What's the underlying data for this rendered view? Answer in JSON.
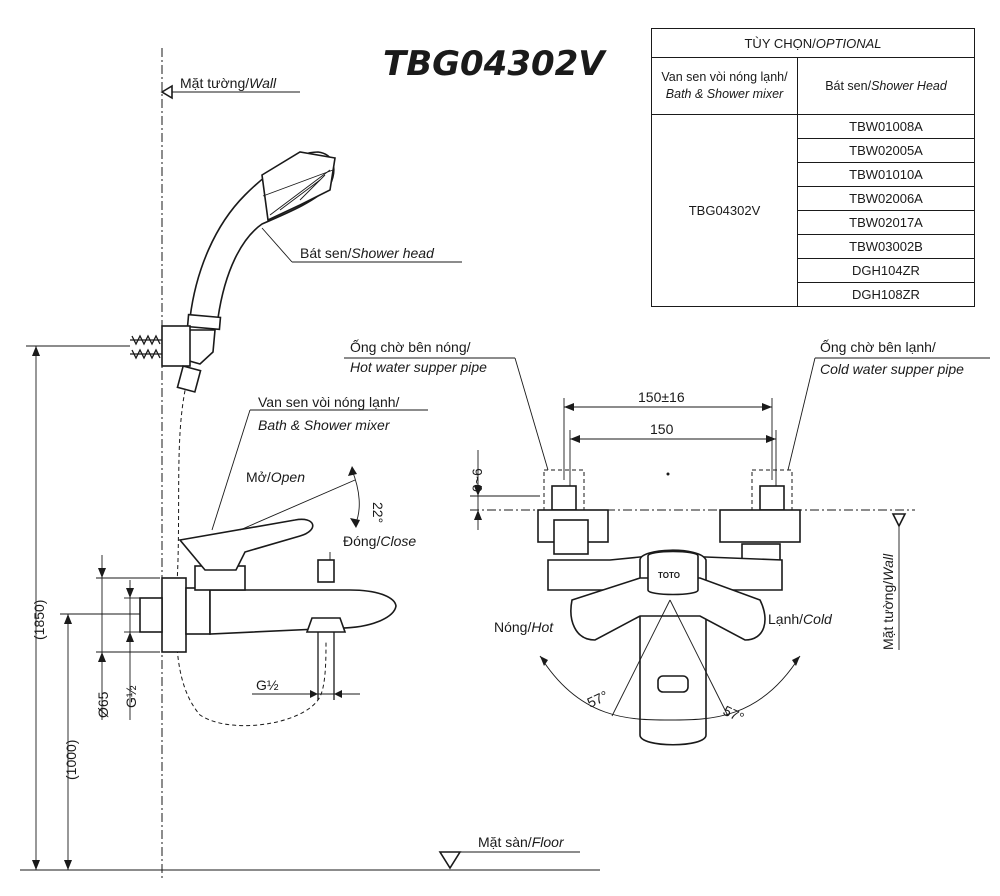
{
  "title": "TBG04302V",
  "labels": {
    "wall_top": "Mặt tường/",
    "wall_top_en": "Wall",
    "shower_head": "Bát sen/",
    "shower_head_en": "Shower head",
    "mixer": "Van sen vòi nóng lạnh/",
    "mixer_en": "Bath & Shower mixer",
    "open": "Mở/",
    "open_en": "Open",
    "close": "Đóng/",
    "close_en": "Close",
    "angle_open": "22°",
    "g_half_inlet": "G½",
    "g_half_outlet": "G½",
    "dia65": "Ø65",
    "dim_1850": "(1850)",
    "dim_1000": "(1000)",
    "floor": "Mặt sàn/",
    "floor_en": "Floor",
    "hot_pipe": "Ống chờ bên nóng/",
    "hot_pipe_en": "Hot water supper pipe",
    "cold_pipe": "Ống chờ bên lạnh/",
    "cold_pipe_en": "Cold water supper pipe",
    "dim_150_tol": "150±16",
    "dim_150": "150",
    "dim_0_6": "0~6",
    "hot": "Nóng/",
    "hot_en": "Hot",
    "cold": "Lạnh/",
    "cold_en": "Cold",
    "angle_left": "57°",
    "angle_right": "57°",
    "wall_side": "Mặt tường/",
    "wall_side_en": "Wall"
  },
  "table": {
    "header": "TÙY CHỌN/",
    "header_en": "OPTIONAL",
    "col1_line1": "Van sen vòi nóng lạnh/",
    "col1_line2": "Bath & Shower mixer",
    "col2": "Bát sen/",
    "col2_en": "Shower Head",
    "mixer_model": "TBG04302V",
    "heads": [
      "TBW01008A",
      "TBW02005A",
      "TBW01010A",
      "TBW02006A",
      "TBW02017A",
      "TBW03002B",
      "DGH104ZR",
      "DGH108ZR"
    ]
  }
}
